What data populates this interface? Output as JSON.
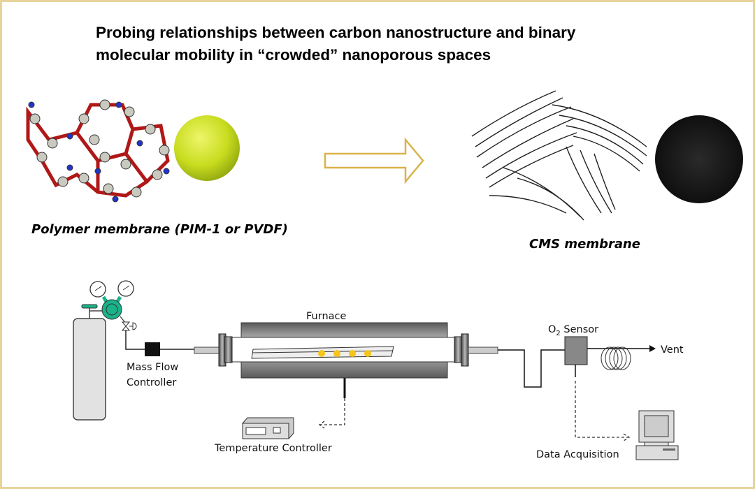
{
  "title": {
    "line1": "Probing relationships between carbon nanostructure and binary",
    "line2": "molecular mobility in “crowded” nanoporous spaces"
  },
  "top": {
    "polymer_caption": "Polymer membrane (PIM-1 or PVDF)",
    "cms_caption": "CMS membrane"
  },
  "setup": {
    "furnace": "Furnace",
    "mfc_line1": "Mass Flow",
    "mfc_line2": "Controller",
    "temp_controller": "Temperature Controller",
    "o2_sensor_o": "O",
    "o2_sensor_sub": "2",
    "o2_sensor_rest": " Sensor",
    "vent": "Vent",
    "data_acquisition": "Data Acquisition"
  },
  "colors": {
    "border": "#e6d49a",
    "arrow": "#d9b34a",
    "sphere": "#c8dc1e",
    "regulator": "#19b38a",
    "sample_dots": "#f5c518"
  }
}
